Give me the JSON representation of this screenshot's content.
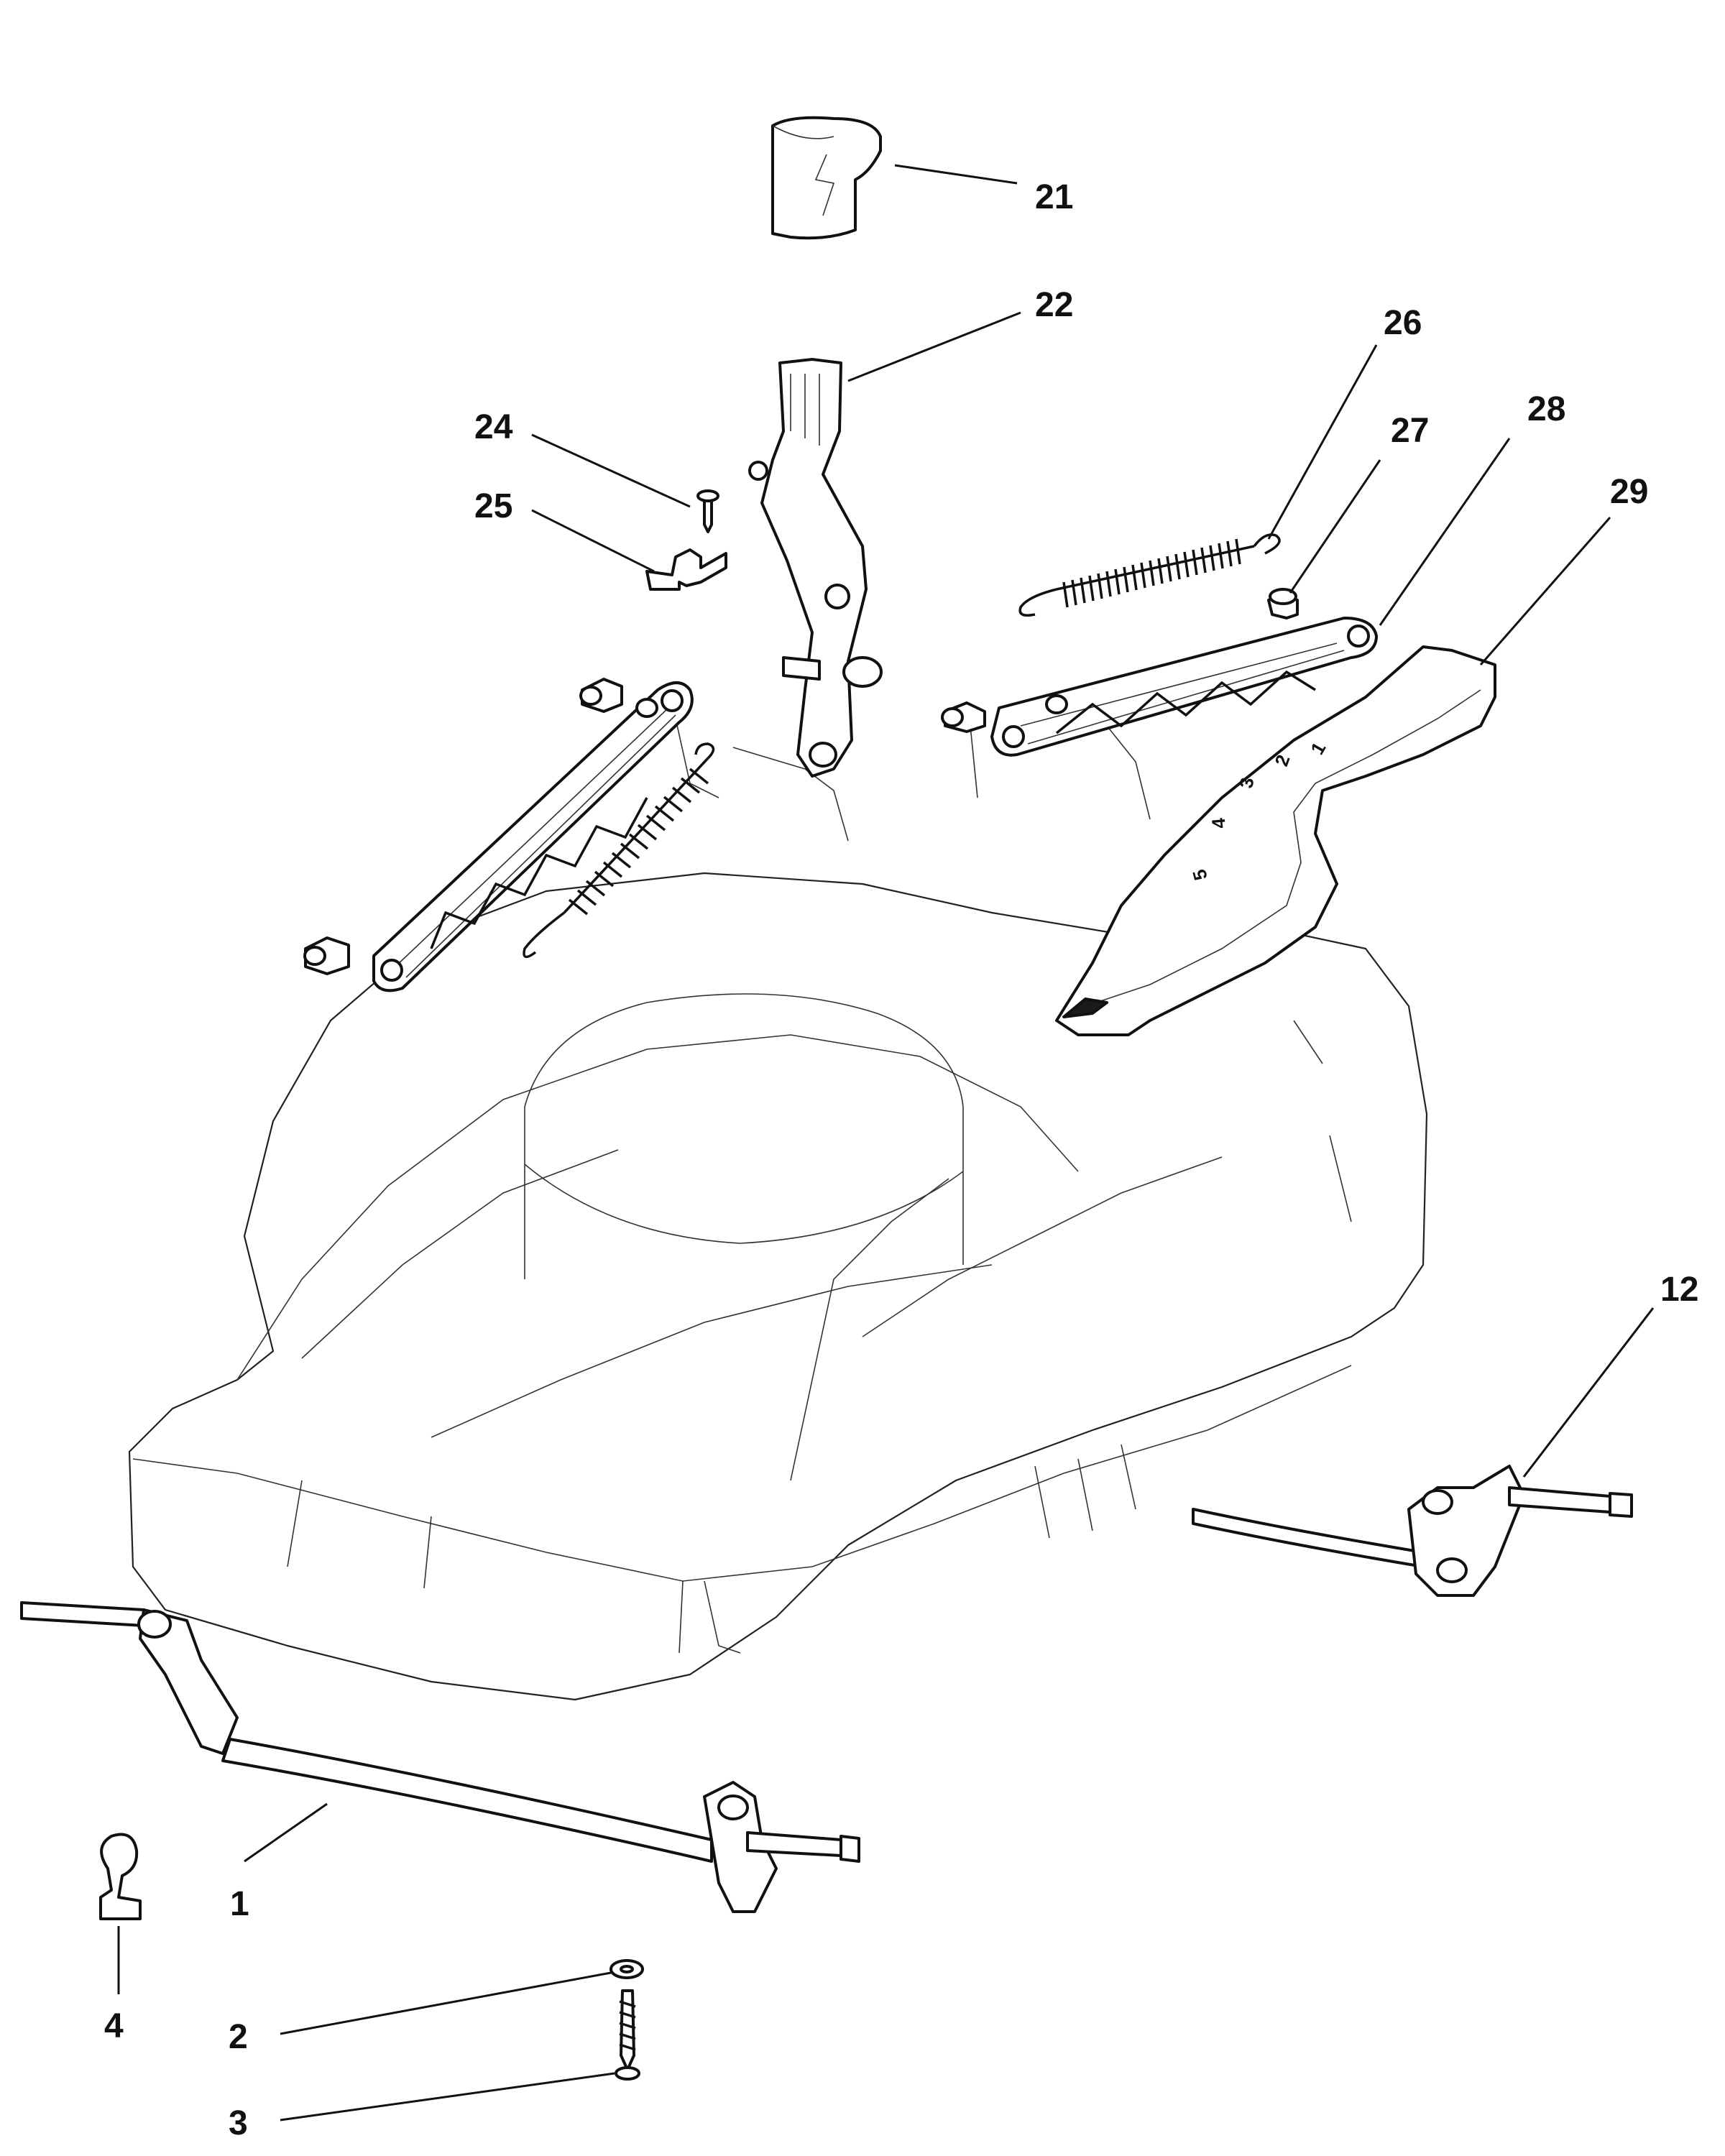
{
  "callouts": {
    "c1": "1",
    "c2": "2",
    "c3": "3",
    "c4": "4",
    "c12": "12",
    "c21": "21",
    "c22": "22",
    "c24": "24",
    "c25": "25",
    "c26": "26",
    "c27": "27",
    "c28": "28",
    "c29": "29"
  },
  "dial_marks": [
    "1",
    "2",
    "3",
    "4",
    "5"
  ]
}
